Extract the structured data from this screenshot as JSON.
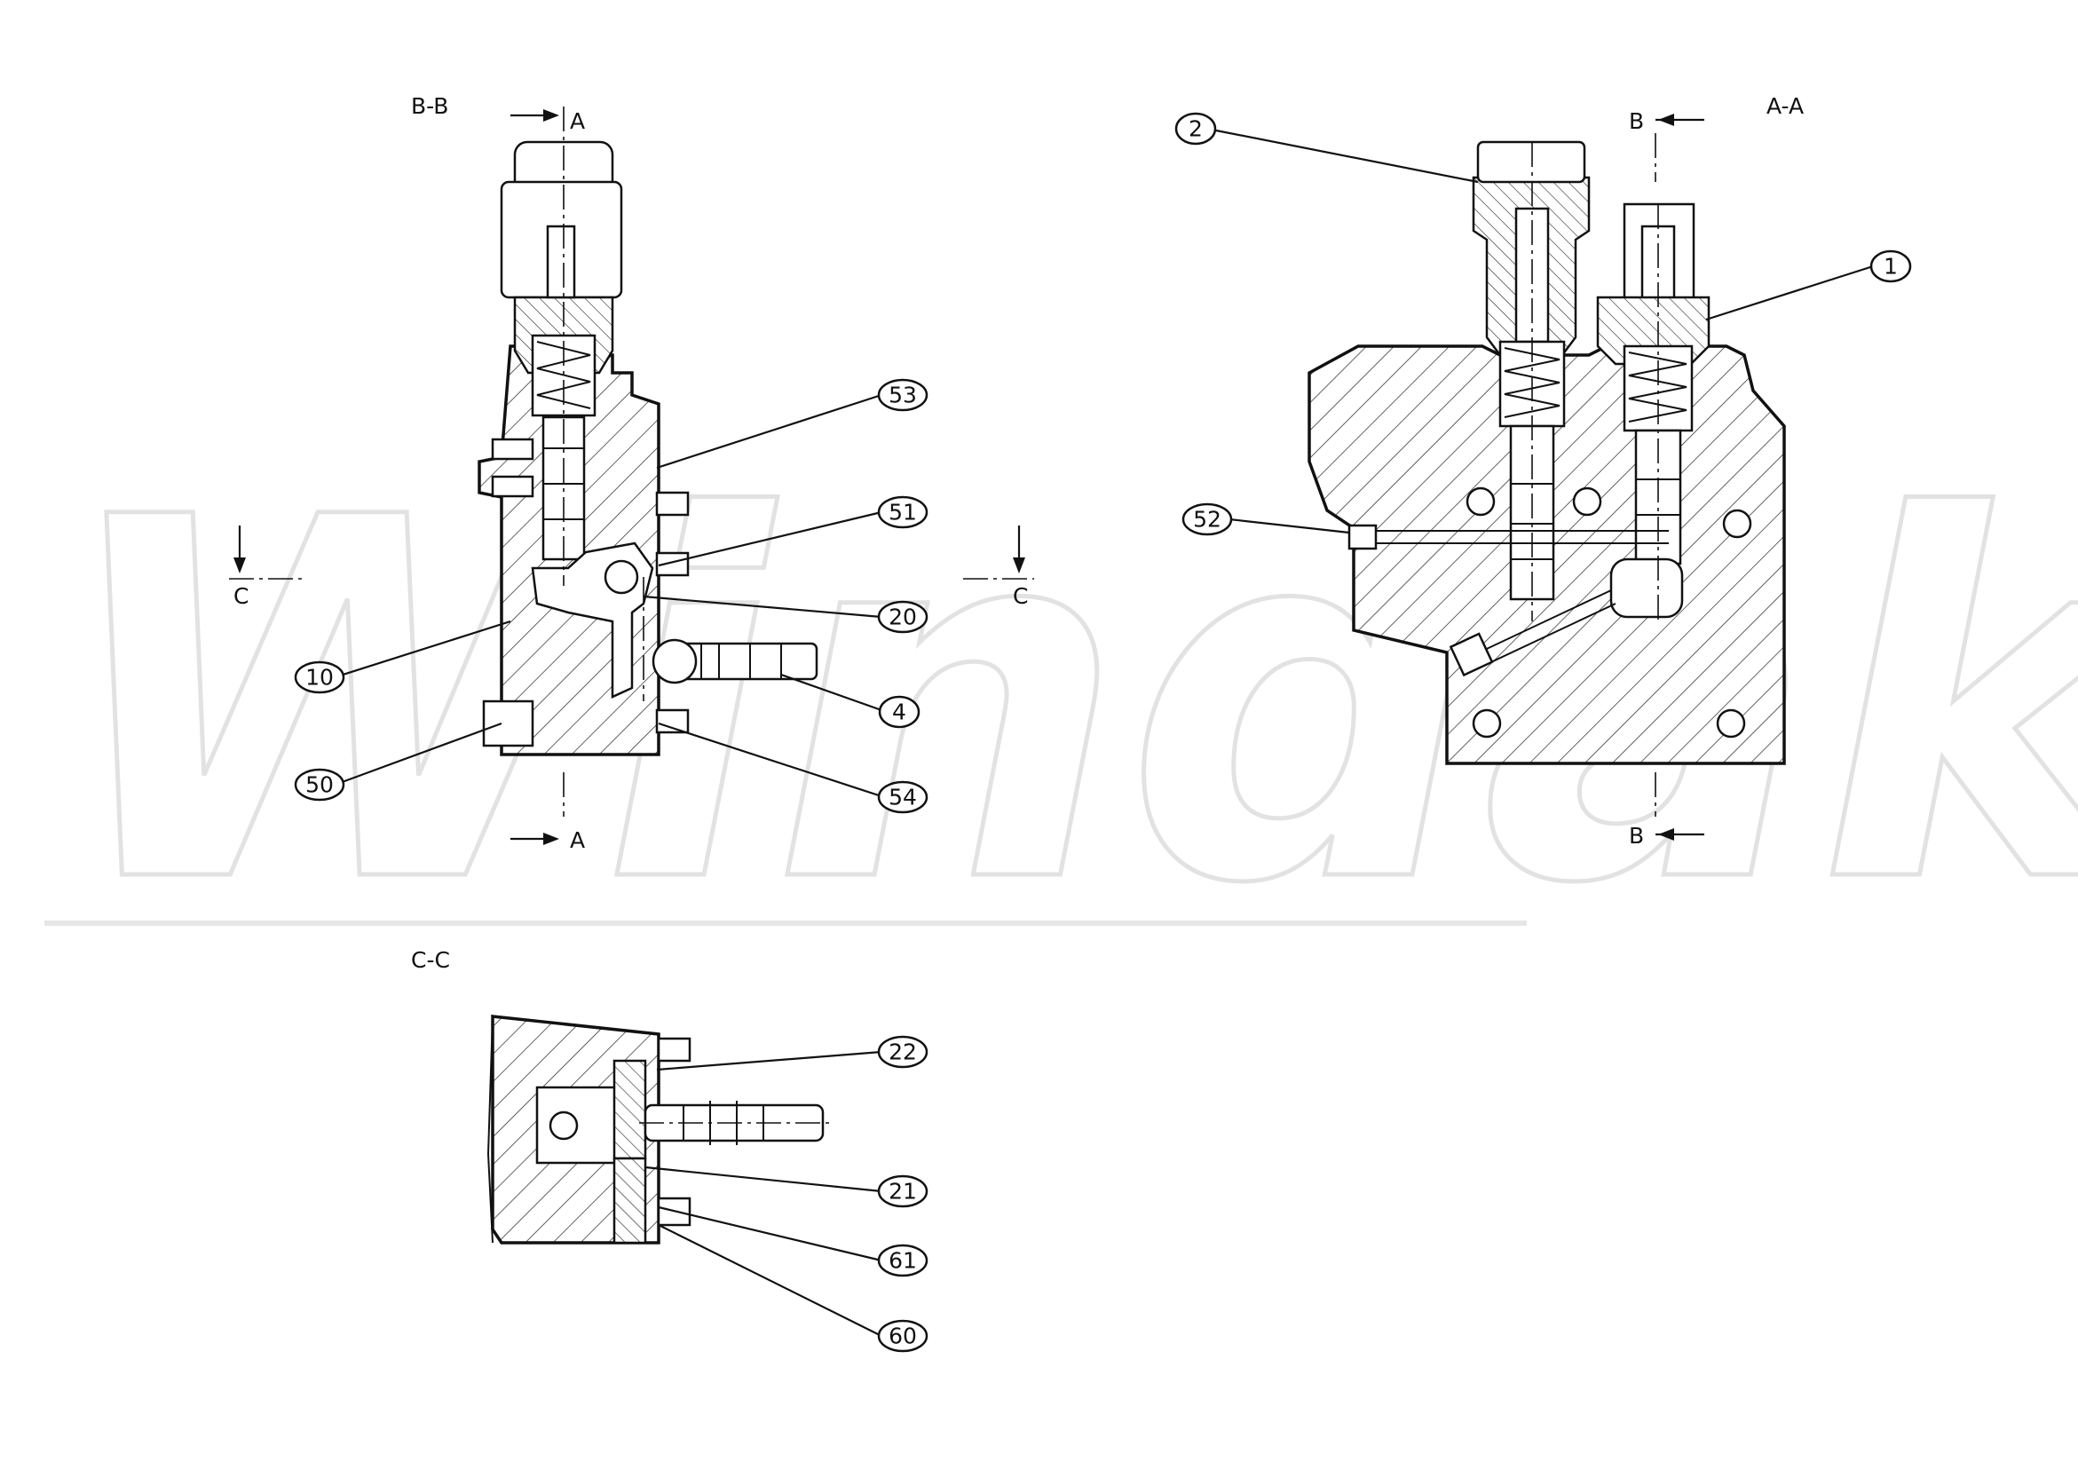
{
  "watermark": {
    "text": "Windako",
    "color": "#e2e2e2"
  },
  "views": {
    "bb": {
      "title": "B-B"
    },
    "aa": {
      "title": "A-A"
    },
    "cc": {
      "title": "C-C"
    }
  },
  "section_marks": {
    "a_top": "A",
    "a_bottom": "A",
    "b_top": "B",
    "b_bottom": "B",
    "c_left": "C",
    "c_right": "C"
  },
  "balloons": {
    "p53": "53",
    "p51": "51",
    "p20": "20",
    "p4": "4",
    "p54": "54",
    "p10": "10",
    "p50": "50",
    "p2": "2",
    "p1": "1",
    "p52": "52",
    "p22": "22",
    "p21": "21",
    "p61": "61",
    "p60": "60"
  },
  "colors": {
    "line": "#111111",
    "background": "#ffffff"
  }
}
